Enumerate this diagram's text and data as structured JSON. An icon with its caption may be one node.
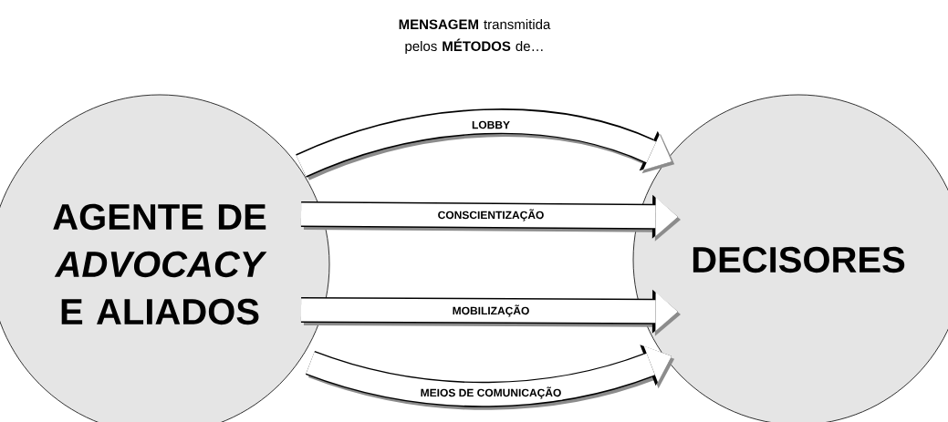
{
  "diagram": {
    "title": "**MENSAGEM** transmitida pelos **MÉTODOS** de…",
    "nodes": [
      {
        "text": [
          "AGENTE DE *ADVOCACY* E ALIADOS"
        ]
      },
      {
        "text": [
          "DECISORES"
        ]
      }
    ],
    "edges": [
      {
        "from": 0,
        "to": 1,
        "arrow": "to",
        "label": "LOBBY"
      },
      {
        "from": 0,
        "to": 1,
        "arrow": "to",
        "label": "CONSCIENTIZAÇÃO"
      },
      {
        "from": 0,
        "to": 1,
        "arrow": "to",
        "label": "MOBILIZAÇÃO"
      },
      {
        "from": 0,
        "to": 1,
        "arrow": "to",
        "label": "MEIOS DE COMUNICAÇÃO"
      }
    ]
  }
}
